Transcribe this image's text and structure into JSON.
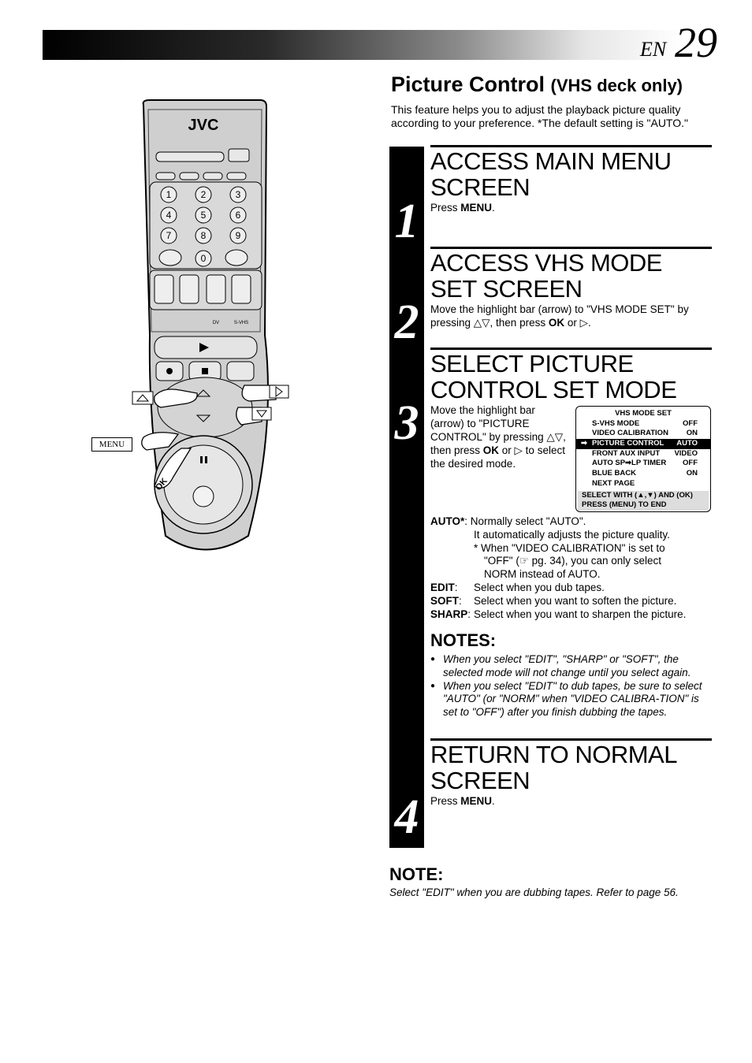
{
  "page": {
    "lang": "EN",
    "number": "29"
  },
  "title": {
    "main": "Picture Control",
    "sub": "(VHS deck only)"
  },
  "intro": "This feature helps you to adjust the playback picture quality according to your preference. *The default setting is \"AUTO.\"",
  "steps": [
    {
      "num": "1",
      "heading": "ACCESS MAIN MENU SCREEN",
      "text_pre": "Press ",
      "text_bold": "MENU",
      "text_post": "."
    },
    {
      "num": "2",
      "heading": "ACCESS VHS MODE SET SCREEN",
      "text_pre": "Move the highlight bar (arrow) to \"VHS MODE SET\" by pressing △▽, then press ",
      "text_bold": "OK",
      "text_post": " or ▷."
    },
    {
      "num": "3",
      "heading": "SELECT PICTURE CONTROL SET MODE",
      "text_pre": "Move the highlight bar (arrow) to \"PICTURE CONTROL\" by pressing △▽, then press ",
      "text_bold": "OK",
      "text_post": " or ▷ to select the desired mode."
    },
    {
      "num": "4",
      "heading": "RETURN TO NORMAL SCREEN",
      "text_pre": "Press ",
      "text_bold": "MENU",
      "text_post": "."
    }
  ],
  "osd": {
    "title": "VHS MODE SET",
    "rows": [
      {
        "label": "S-VHS MODE",
        "value": "OFF"
      },
      {
        "label": "VIDEO CALIBRATION",
        "value": "ON"
      },
      {
        "label": "PICTURE CONTROL",
        "value": "AUTO",
        "arrow": "➡"
      },
      {
        "label": "FRONT AUX INPUT",
        "value": "VIDEO"
      },
      {
        "label": "AUTO SP➡LP TIMER",
        "value": "OFF"
      },
      {
        "label": "BLUE BACK",
        "value": "ON"
      },
      {
        "label": "NEXT PAGE",
        "value": ""
      }
    ],
    "footer1": "SELECT WITH (▲,▼) AND (OK)",
    "footer2": "PRESS (MENU) TO END"
  },
  "modes": {
    "auto_key": "AUTO*",
    "auto_line1": ": Normally select \"AUTO\".",
    "auto_line2": "It automatically adjusts the picture quality.",
    "auto_line3": "*  When \"VIDEO CALIBRATION\" is set to",
    "auto_line4": "\"OFF\" (☞ pg. 34), you can only select",
    "auto_line5": "NORM instead of AUTO.",
    "edit_key": "EDIT",
    "edit_val": "Select when you dub tapes.",
    "soft_key": "SOFT",
    "soft_val": "Select when you want to soften the picture.",
    "sharp_key": "SHARP",
    "sharp_val": "Select when you want to sharpen the picture."
  },
  "notes": {
    "heading": "NOTES:",
    "items": [
      "When you select \"EDIT\", \"SHARP\" or \"SOFT\", the selected mode will not change until you select again.",
      "When you select \"EDIT\" to dub tapes, be sure to select \"AUTO\" (or \"NORM\" when \"VIDEO CALIBRA-TION\" is set to \"OFF\") after you finish dubbing the tapes."
    ]
  },
  "note": {
    "heading": "NOTE:",
    "text": "Select \"EDIT\" when you are dubbing tapes. Refer to page 56."
  },
  "remote": {
    "brand": "JVC",
    "menu_label": "MENU",
    "ok_label": "OK",
    "keys": [
      "1",
      "2",
      "3",
      "4",
      "5",
      "6",
      "7",
      "8",
      "9",
      "0"
    ],
    "dv_label": "DV",
    "svhs_label": "S-VHS"
  }
}
